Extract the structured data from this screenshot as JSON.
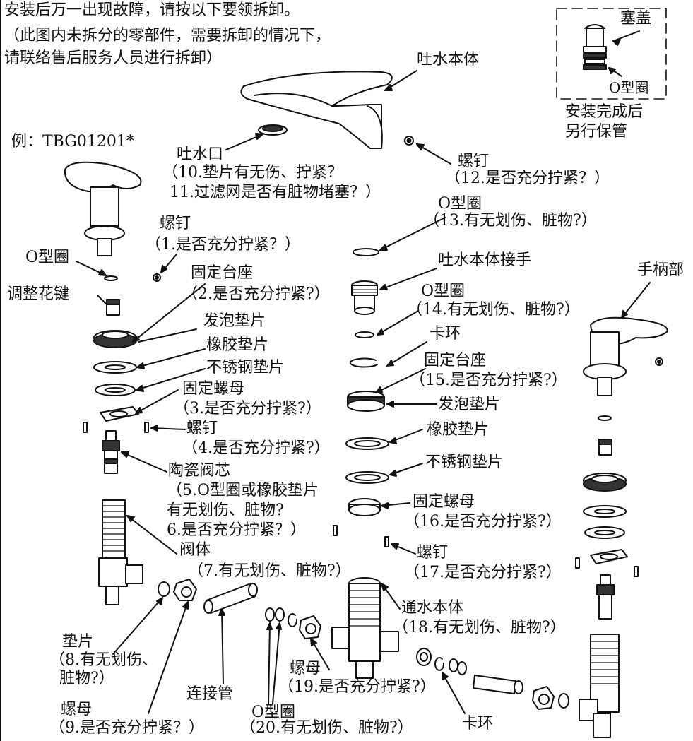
{
  "intro": {
    "line1": "安装后万一出现故障，请按以下要领拆卸。",
    "line2": "（此图内未拆分的零部件，需要拆卸的情况下，",
    "line3": "请联络售后服务人员进行拆卸）"
  },
  "model_example": "例：TBG01201*",
  "inset": {
    "plug": "塞盖",
    "oring": "O型圈",
    "note1": "安装完成后",
    "note2": "另行保管"
  },
  "spout": {
    "body": "吐水本体",
    "outlet": "吐水口",
    "outlet_q10": "（10.垫片有无伤、拧紧？",
    "outlet_q11": "11.过滤网是否有脏物堵塞？）",
    "screw": "螺钉",
    "screw_q12": "（12.是否充分拧紧？）",
    "oring13": "O型圈",
    "oring13_q": "（13.有无划伤、脏物?）",
    "connector": "吐水本体接手",
    "oring14": "O型圈",
    "oring14_q": "（14.有无划伤、脏物?）",
    "snap_ring": "卡环",
    "base15": "固定台座",
    "base15_q": "（15.是否充分拧紧?）",
    "foam15": "发泡垫片",
    "rubber": "橡胶垫片",
    "steel": "不锈钢垫片",
    "nut16": "固定螺母",
    "nut16_q": "（16.是否充分拧紧?）",
    "screw17": "螺钉",
    "screw17_q": "（17.是否充分拧紧?）",
    "water_body": "通水本体",
    "water_body_q": "（18.有无划伤、脏物?）",
    "nut19": "螺母",
    "nut19_q": "（19.是否充分拧紧?）",
    "oring20": "O型圈",
    "oring20_q": "（20.有无划伤、脏物?）",
    "snap_ring2": "卡环"
  },
  "left": {
    "screw1": "螺钉",
    "screw1_q": "（1.是否充分拧紧？）",
    "oring": "O型圈",
    "spline": "调整花键",
    "base2": "固定台座",
    "base2_q": "（2.是否充分拧紧?）",
    "foam": "发泡垫片",
    "rubber": "橡胶垫片",
    "steel": "不锈钢垫片",
    "nut3": "固定螺母",
    "nut3_q": "（3.是否充分拧紧?）",
    "screw4": "螺钉",
    "screw4_q": "（4.是否充分拧紧?）",
    "cartridge": "陶瓷阀芯",
    "cartridge_q5a": "（5.O型圈或橡胶垫片",
    "cartridge_q5b": "有无划伤、脏物?",
    "cartridge_q6": "6.是否充分拧紧？）",
    "valve": "阀体",
    "valve_q7": "（7.有无划伤、脏物?）",
    "gasket8": "垫片",
    "gasket8_q1": "（8.有无划伤、",
    "gasket8_q2": "脏物?）",
    "pipe": "连接管",
    "nut9": "螺母",
    "nut9_q": "（9.是否充分拧紧？）"
  },
  "right": {
    "handle": "手柄部"
  }
}
